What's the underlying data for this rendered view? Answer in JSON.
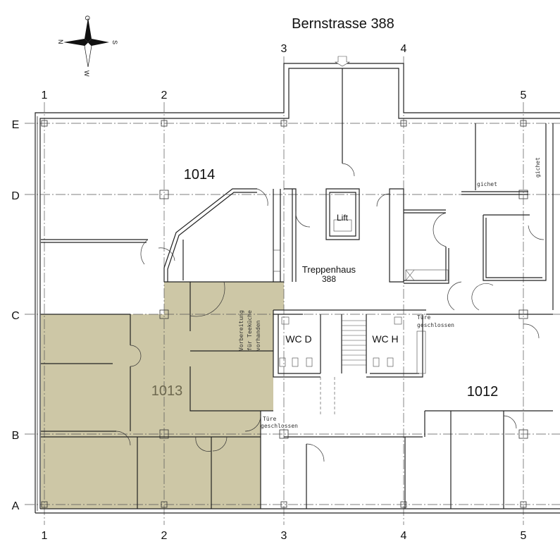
{
  "title": "Bernstrasse 388",
  "compass": {
    "north": "N",
    "east": "O",
    "south": "S",
    "west": "W"
  },
  "columns_top": [
    "1",
    "2",
    "3",
    "4",
    "5"
  ],
  "columns_bottom": [
    "1",
    "2",
    "3",
    "4",
    "5"
  ],
  "rows": [
    "E",
    "D",
    "C",
    "B",
    "A"
  ],
  "rooms": {
    "r1014": "1014",
    "r1013": "1013",
    "r1012": "1012",
    "lift": "Lift",
    "stair": "Treppenhaus",
    "stair_no": "388",
    "wc_d": "WC D",
    "wc_h": "WC H"
  },
  "notes": {
    "door_closed_1a": "Türe",
    "door_closed_1b": "geschlossen",
    "door_closed_2a": "Türe",
    "door_closed_2b": "geschlossen",
    "gichet_1": "gichet",
    "gichet_2": "gichet",
    "kitchen_1": "Vorbereitung",
    "kitchen_2": "für Teeküche",
    "kitchen_3": "vorhanden"
  },
  "colors": {
    "highlight": "#cdc7a6",
    "highlight_text": "#6d684f"
  }
}
